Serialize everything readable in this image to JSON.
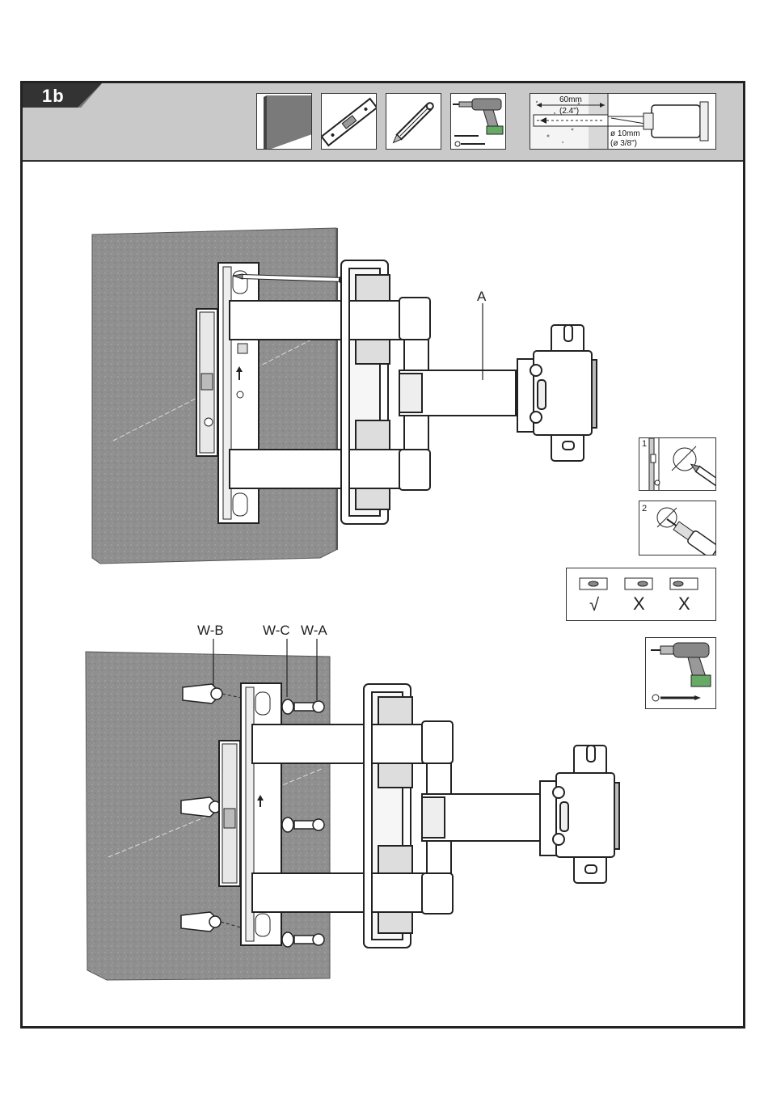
{
  "step": {
    "label": "1b"
  },
  "tools": [
    {
      "name": "wall-panel"
    },
    {
      "name": "level-tool"
    },
    {
      "name": "pencil-tool"
    },
    {
      "name": "power-drill"
    }
  ],
  "drill_spec": {
    "depth_metric": "60mm",
    "depth_imperial": "(2.4\")",
    "diameter_metric": "ø 10mm",
    "diameter_imperial": "(ø 3/8\")"
  },
  "callouts": {
    "arm": "A",
    "anchor": "W-B",
    "washer": "W-C",
    "screw": "W-A"
  },
  "steps": {
    "mark": "1",
    "drill": "2"
  },
  "level_check": {
    "ok": "√",
    "bad1": "X",
    "bad2": "X"
  },
  "colors": {
    "header_bg": "#c9c9c9",
    "wall": "#8f8f8f",
    "badge": "#333333"
  }
}
